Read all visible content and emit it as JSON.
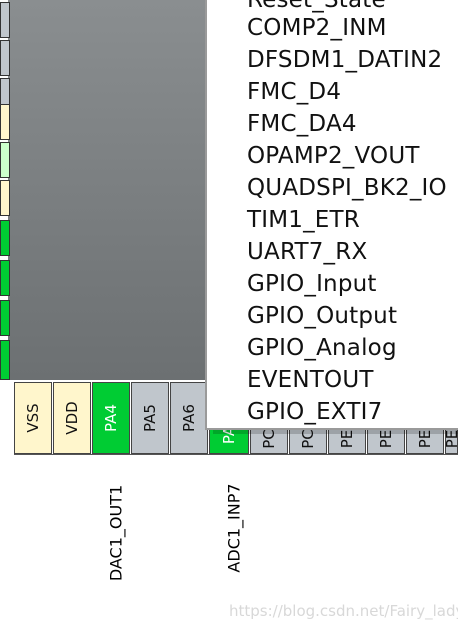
{
  "dropdown": {
    "items": [
      "Reset_State",
      "COMP2_INM",
      "DFSDM1_DATIN2",
      "FMC_D4",
      "FMC_DA4",
      "OPAMP2_VOUT",
      "QUADSPI_BK2_IO",
      "TIM1_ETR",
      "UART7_RX",
      "GPIO_Input",
      "GPIO_Output",
      "GPIO_Analog",
      "EVENTOUT",
      "GPIO_EXTI7"
    ]
  },
  "pins": {
    "vss": "VSS",
    "vdd": "VDD",
    "pa4": "PA4",
    "pa5": "PA5",
    "pa6": "PA6",
    "pa7": "PA",
    "p1": "PC",
    "p2": "PC",
    "p3": "PE",
    "p4": "PE",
    "p5": "PE",
    "p6": "PE"
  },
  "left_pins": {
    "p1": "",
    "p2": "",
    "p3": "",
    "p4": ""
  },
  "signals": {
    "pa4": "DAC1_OUT1",
    "pa7": "ADC1_INP7"
  },
  "watermark": "https://blog.csdn.net/Fairy_lady",
  "colors": {
    "pin_green": "#00cc33",
    "pin_power": "#fff6cc",
    "pin_gray": "#c0c6cc",
    "pin_lightgreen": "#ccffcc"
  }
}
